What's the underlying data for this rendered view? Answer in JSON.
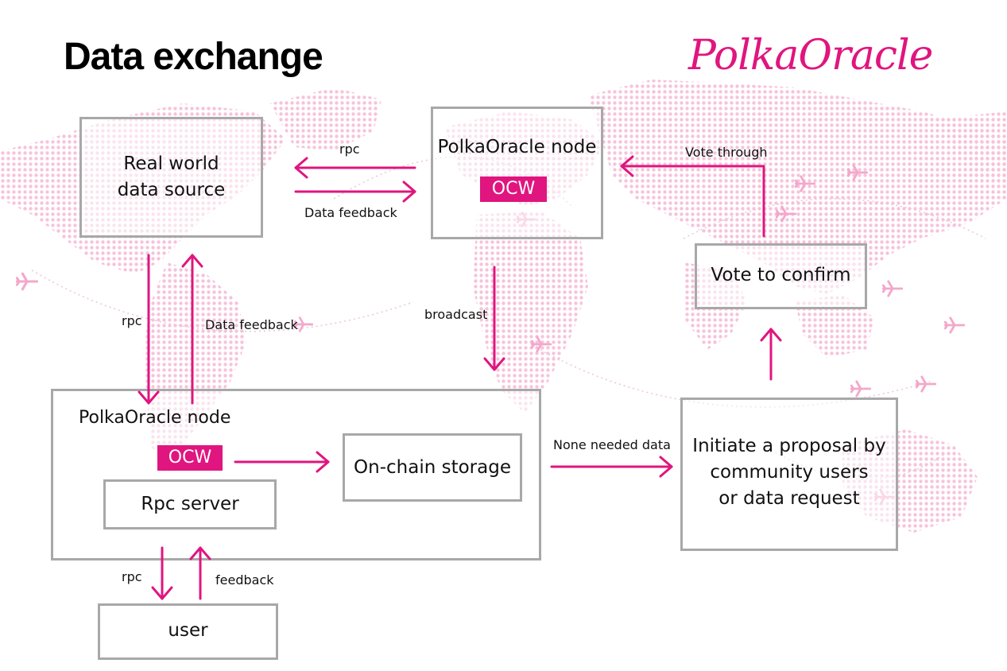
{
  "title": "Data exchange",
  "logo": "PolkaOracle",
  "colors": {
    "accent": "#e0157f",
    "box_border": "#a8a8a8",
    "map_dots": "#f6bcd7"
  },
  "icons": [
    "airplane-icon"
  ],
  "boxes": {
    "real_world": "Real world\ndata source",
    "top_node": "PolkaOracle node",
    "top_node_badge": "OCW",
    "vote_confirm": "Vote to confirm",
    "bottom_node": "PolkaOracle node",
    "bottom_node_badge": "OCW",
    "rpc_server": "Rpc server",
    "onchain_storage": "On-chain storage",
    "proposal": "Initiate a proposal by\ncommunity users\nor data request",
    "user": "user"
  },
  "edges": {
    "rpc_top": "rpc",
    "data_feedback_top": "Data feedback",
    "vote_through": "Vote through",
    "rpc_left": "rpc",
    "data_feedback_left": "Data feedback",
    "broadcast": "broadcast",
    "none_needed": "None needed data",
    "rpc_user": "rpc",
    "feedback_user": "feedback"
  }
}
